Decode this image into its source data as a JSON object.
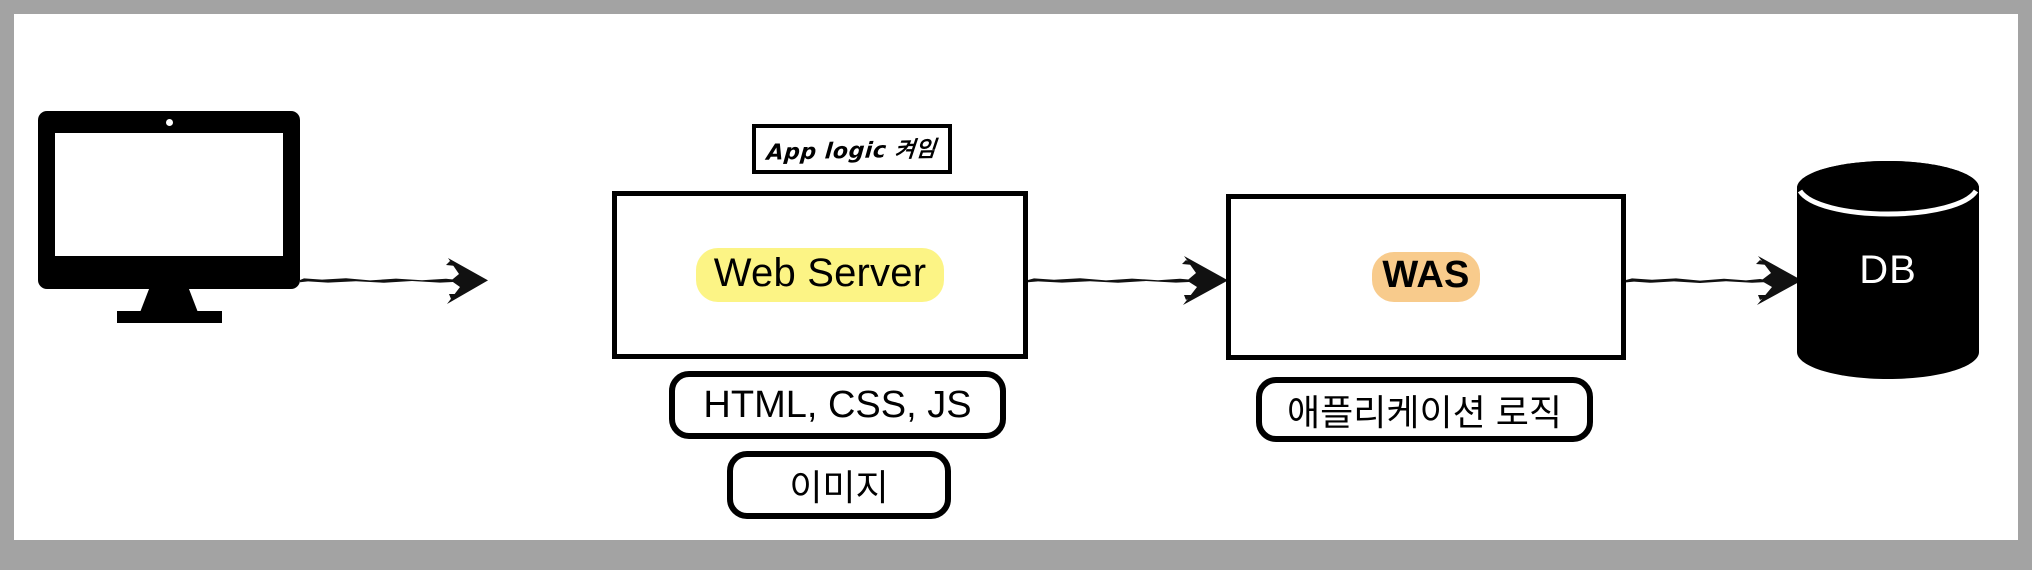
{
  "diagram": {
    "title": "Web Server / WAS / DB architecture",
    "background_color": "#a3a3a3",
    "canvas_color": "#ffffff",
    "client": {
      "icon": "monitor-icon",
      "label": ""
    },
    "note": {
      "text": "App logic 켜임"
    },
    "nodes": [
      {
        "id": "web-server",
        "label": "Web Server",
        "highlight_color": "#fcf485"
      },
      {
        "id": "was",
        "label": "WAS",
        "highlight_color": "#f8cb8c"
      },
      {
        "id": "db",
        "label": "DB",
        "shape": "cylinder",
        "fill": "#000000",
        "text_color": "#ffffff"
      }
    ],
    "annotations": [
      {
        "id": "static-assets",
        "text": "HTML, CSS, JS"
      },
      {
        "id": "image",
        "text": "이미지"
      },
      {
        "id": "app-logic",
        "text": "애플리케이션 로직"
      }
    ],
    "arrows": [
      {
        "id": "client-to-web",
        "from": "client",
        "to": "web-server"
      },
      {
        "id": "web-to-was",
        "from": "web-server",
        "to": "was"
      },
      {
        "id": "was-to-db",
        "from": "was",
        "to": "db"
      }
    ]
  }
}
